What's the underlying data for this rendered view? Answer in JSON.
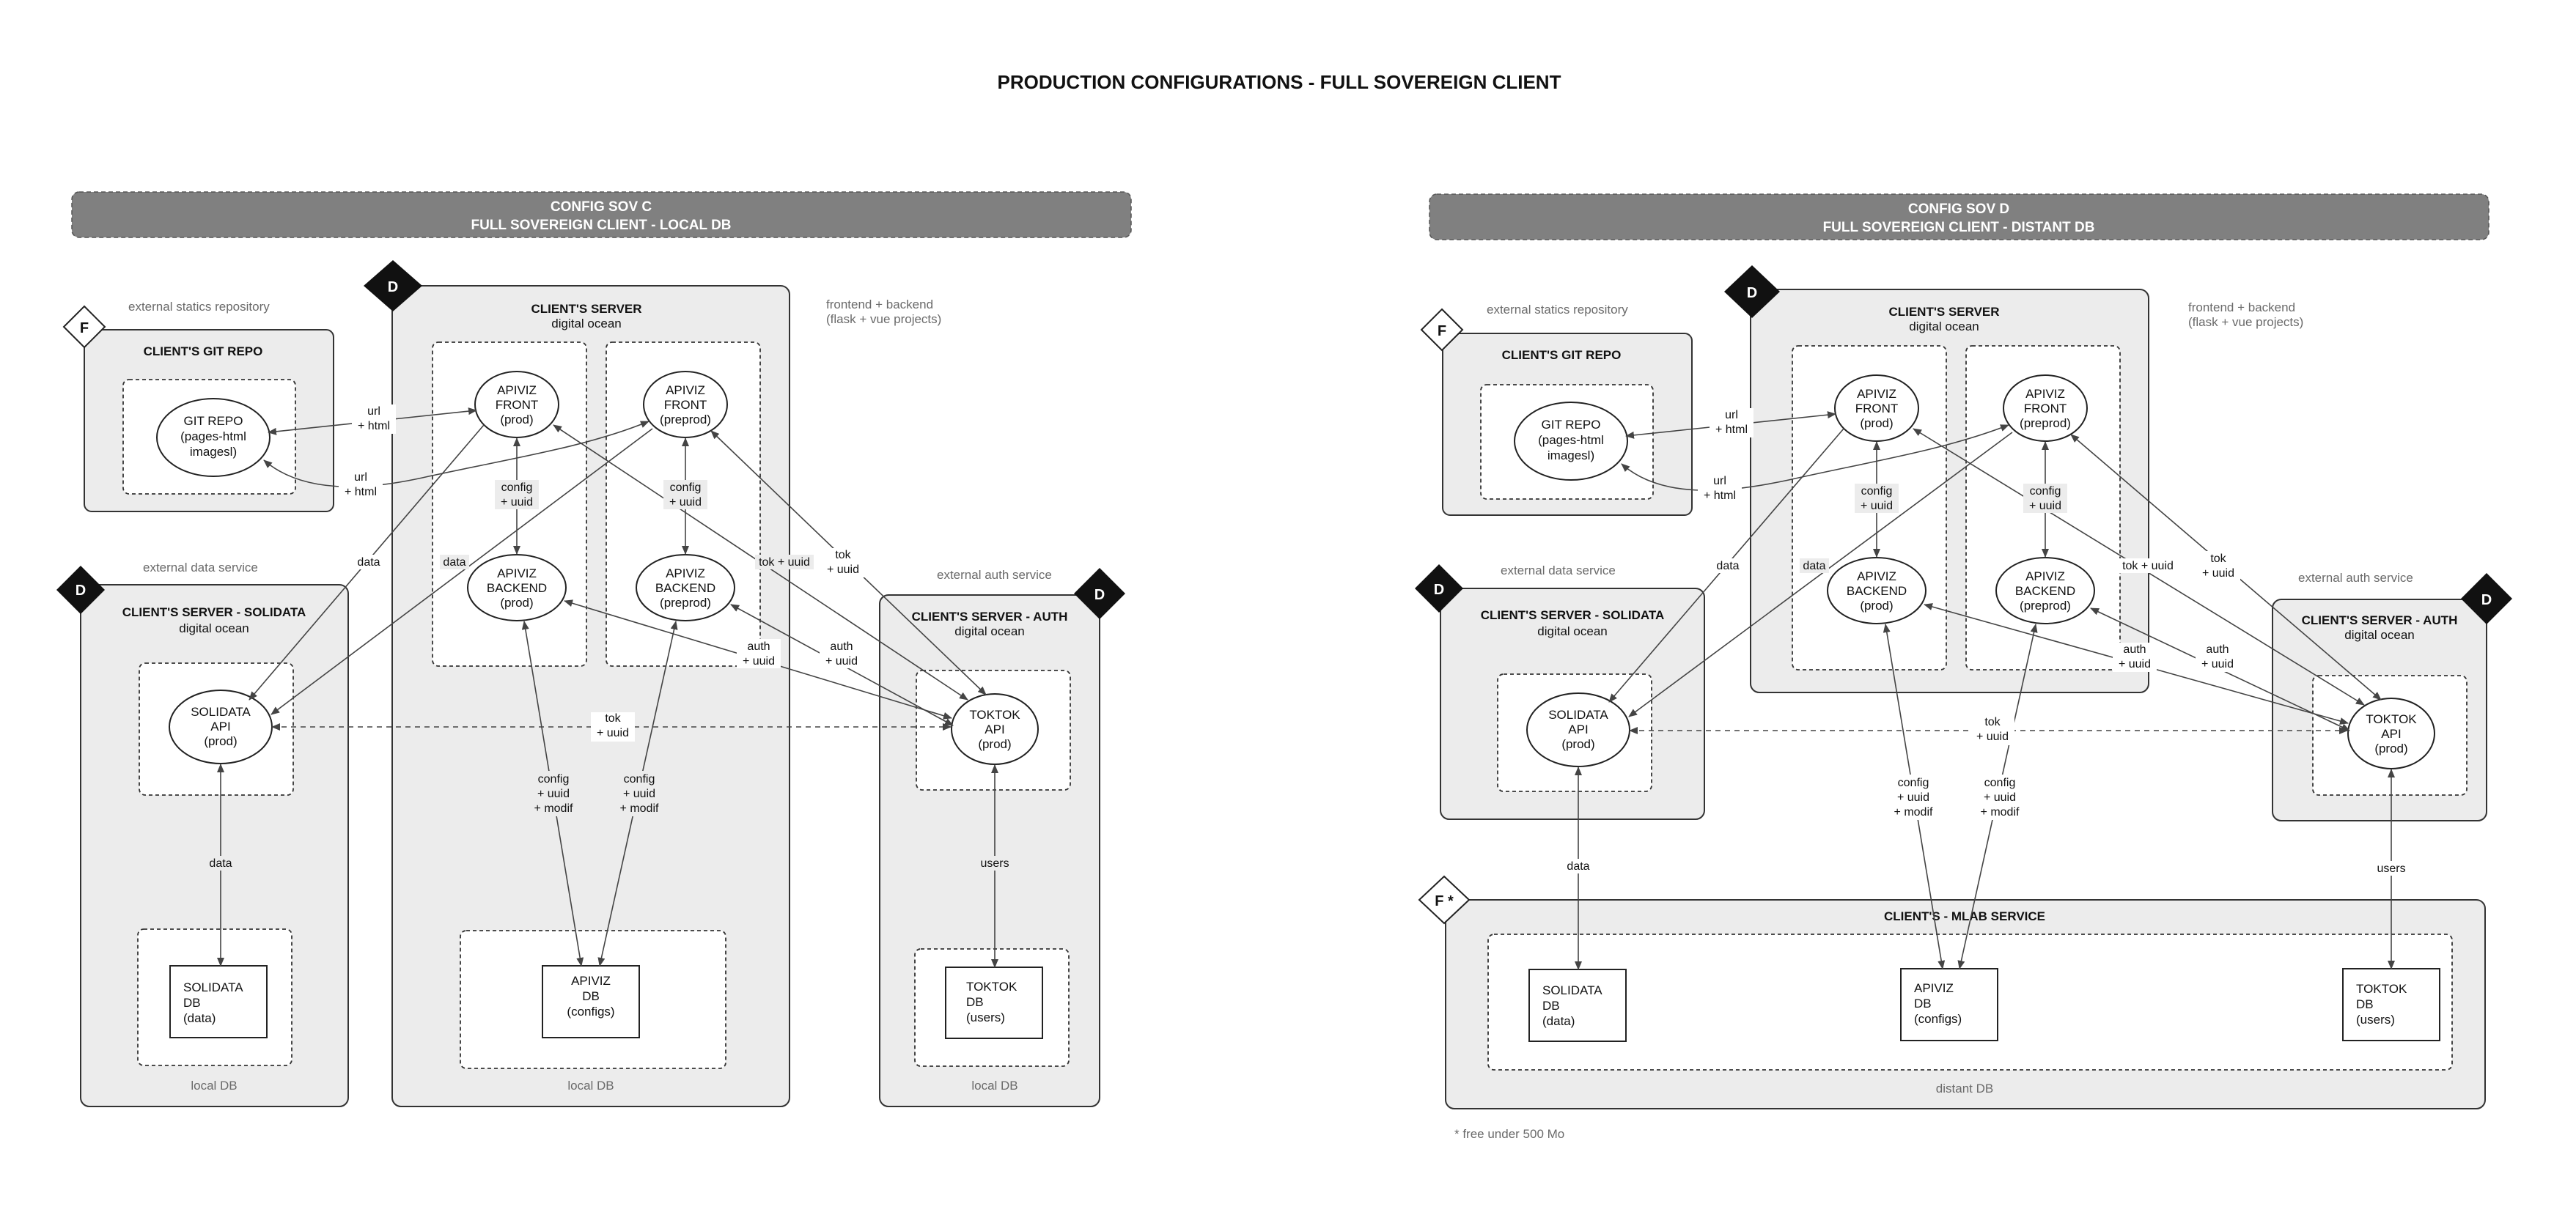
{
  "title": "PRODUCTION CONFIGURATIONS - FULL SOVEREIGN CLIENT",
  "configs": [
    {
      "banner_line1": "CONFIG SOV C",
      "banner_line2": "FULL SOVEREIGN CLIENT - LOCAL DB",
      "git": {
        "caption": "external statics repository",
        "title": "CLIENT'S GIT REPO",
        "badge": "F",
        "node": [
          "GIT REPO",
          "(pages-html",
          "imagesl)"
        ]
      },
      "server": {
        "title": "CLIENT'S SERVER",
        "subtitle": "digital ocean",
        "badge": "D",
        "caption": [
          "frontend + backend",
          "(flask + vue projects)"
        ]
      },
      "front_prod": [
        "APIVIZ",
        "FRONT",
        "(prod)"
      ],
      "front_preprod": [
        "APIVIZ",
        "FRONT",
        "(preprod)"
      ],
      "back_prod": [
        "APIVIZ",
        "BACKEND",
        "(prod)"
      ],
      "back_preprod": [
        "APIVIZ",
        "BACKEND",
        "(preprod)"
      ],
      "solidata": {
        "caption": "external data service",
        "title": "CLIENT'S SERVER - SOLIDATA",
        "subtitle": "digital ocean",
        "badge": "D",
        "api": [
          "SOLIDATA",
          "API",
          "(prod)"
        ],
        "db": [
          "SOLIDATA",
          "DB",
          "(data)"
        ],
        "footer": "local DB"
      },
      "auth": {
        "caption": "external auth service",
        "title": "CLIENT'S SERVER - AUTH",
        "subtitle": "digital ocean",
        "badge": "D",
        "api": [
          "TOKTOK",
          "API",
          "(prod)"
        ],
        "db": [
          "TOKTOK",
          "DB",
          "(users)"
        ],
        "footer": "local DB"
      },
      "apiviz_db": [
        "APIVIZ",
        "DB",
        "(configs)"
      ],
      "apiviz_db_footer": "local DB",
      "edge_labels": {
        "url_html": [
          "url",
          "+ html"
        ],
        "config_uuid": [
          "config",
          "+ uuid"
        ],
        "config_uuid_modif": [
          "config",
          "+ uuid",
          "+ modif"
        ],
        "data": "data",
        "tok_uuid_inline": "tok + uuid",
        "tok_uuid": [
          "tok",
          "+ uuid"
        ],
        "auth_uuid": [
          "auth",
          "+ uuid"
        ],
        "users": "users"
      }
    },
    {
      "banner_line1": "CONFIG SOV D",
      "banner_line2": "FULL SOVEREIGN CLIENT - DISTANT DB",
      "git": {
        "caption": "external statics repository",
        "title": "CLIENT'S GIT REPO",
        "badge": "F",
        "node": [
          "GIT REPO",
          "(pages-html",
          "imagesl)"
        ]
      },
      "server": {
        "title": "CLIENT'S SERVER",
        "subtitle": "digital ocean",
        "badge": "D",
        "caption": [
          "frontend + backend",
          "(flask + vue projects)"
        ]
      },
      "front_prod": [
        "APIVIZ",
        "FRONT",
        "(prod)"
      ],
      "front_preprod": [
        "APIVIZ",
        "FRONT",
        "(preprod)"
      ],
      "back_prod": [
        "APIVIZ",
        "BACKEND",
        "(prod)"
      ],
      "back_preprod": [
        "APIVIZ",
        "BACKEND",
        "(preprod)"
      ],
      "solidata": {
        "caption": "external data service",
        "title": "CLIENT'S SERVER - SOLIDATA",
        "subtitle": "digital ocean",
        "badge": "D",
        "api": [
          "SOLIDATA",
          "API",
          "(prod)"
        ],
        "db": [
          "SOLIDATA",
          "DB",
          "(data)"
        ]
      },
      "auth": {
        "caption": "external auth service",
        "title": "CLIENT'S SERVER - AUTH",
        "subtitle": "digital ocean",
        "badge": "D",
        "api": [
          "TOKTOK",
          "API",
          "(prod)"
        ],
        "db": [
          "TOKTOK",
          "DB",
          "(users)"
        ]
      },
      "mlab": {
        "title": "CLIENT'S - MLAB SERVICE",
        "badge": "F *",
        "footer": "distant DB"
      },
      "apiviz_db": [
        "APIVIZ",
        "DB",
        "(configs)"
      ],
      "edge_labels": {
        "url_html": [
          "url",
          "+ html"
        ],
        "config_uuid": [
          "config",
          "+ uuid"
        ],
        "config_uuid_modif": [
          "config",
          "+ uuid",
          "+ modif"
        ],
        "data": "data",
        "tok_uuid_inline": "tok + uuid",
        "tok_uuid": [
          "tok",
          "+ uuid"
        ],
        "auth_uuid": [
          "auth",
          "+ uuid"
        ],
        "users": "users"
      }
    }
  ],
  "footnote": "* free under 500 Mo"
}
